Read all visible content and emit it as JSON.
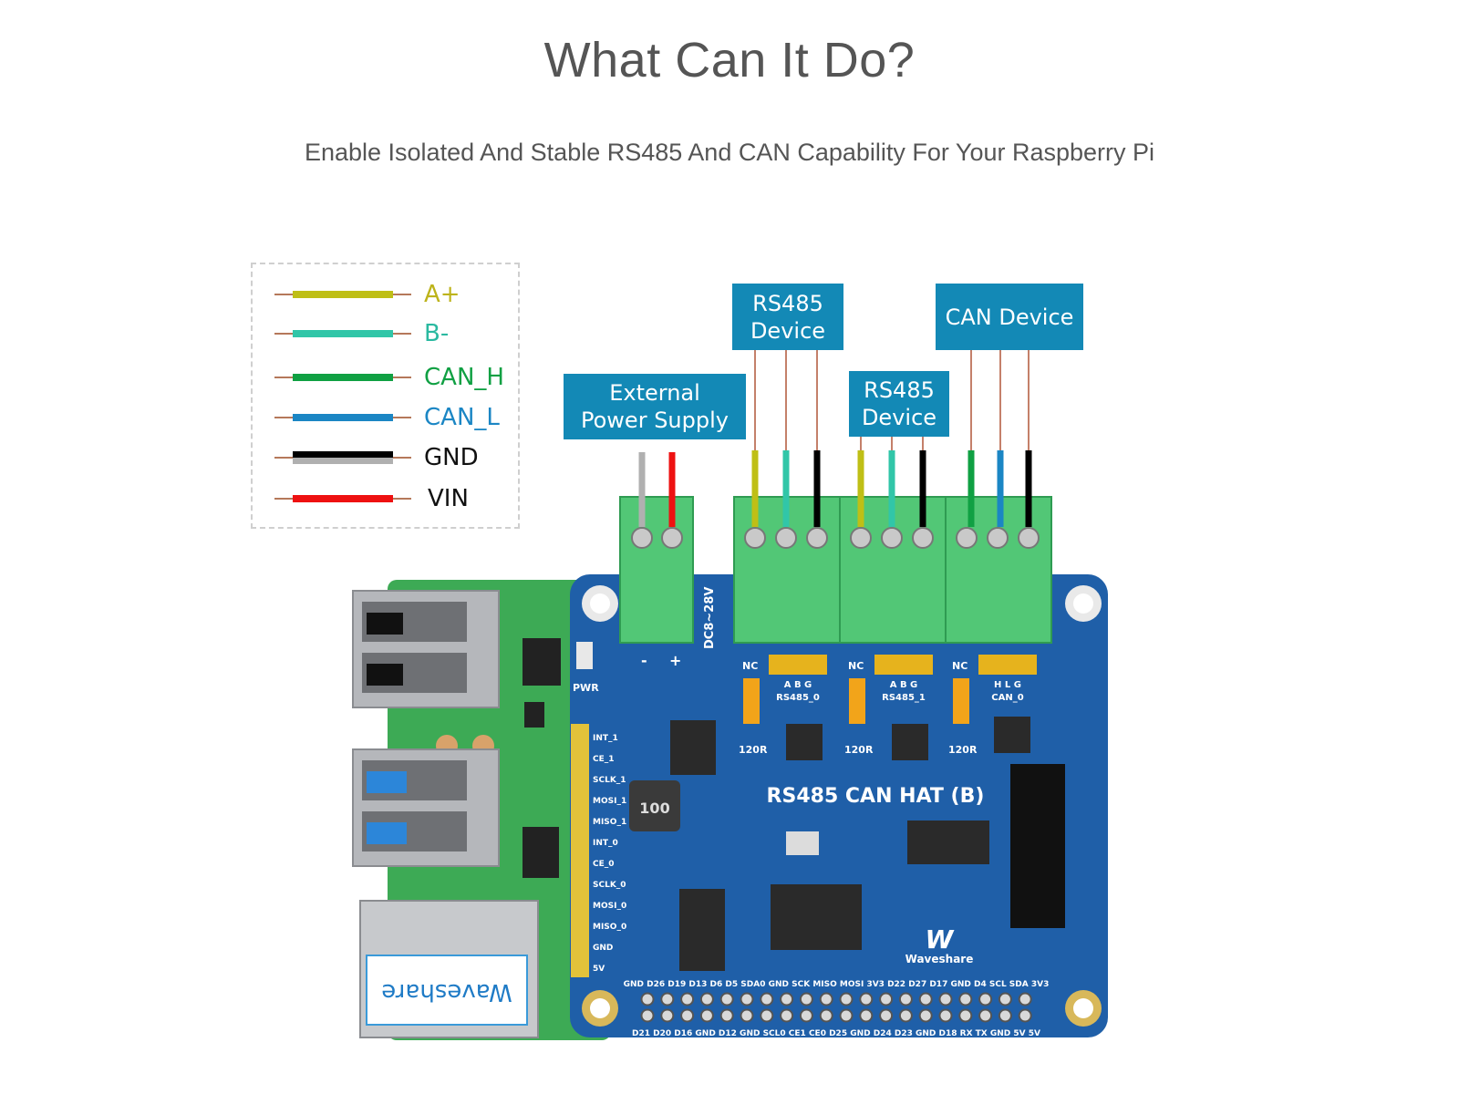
{
  "header": {
    "title": "What Can It Do?",
    "subtitle": "Enable Isolated And Stable RS485 And CAN Capability For Your Raspberry Pi"
  },
  "legend": {
    "items": [
      {
        "label": "A+",
        "color": "#bfbf16",
        "text_color": "#bdb31a"
      },
      {
        "label": "B-",
        "color": "#31c6a8",
        "text_color": "#2ab9a0"
      },
      {
        "label": "CAN_H",
        "color": "#10a043",
        "text_color": "#10a043"
      },
      {
        "label": "CAN_L",
        "color": "#1b86c4",
        "text_color": "#1b86c4"
      },
      {
        "label": "GND",
        "color": "#000000",
        "color2": "#b0b0b0",
        "text_color": "#111111"
      },
      {
        "label": "VIN",
        "color": "#ee1111",
        "text_color": "#111111"
      }
    ]
  },
  "callouts": {
    "external_power": {
      "line1": "External",
      "line2": "Power Supply"
    },
    "rs485_device_1": {
      "line1": "RS485",
      "line2": "Device"
    },
    "rs485_device_2": {
      "line1": "RS485",
      "line2": "Device"
    },
    "can_device": {
      "line1": "CAN Device"
    }
  },
  "board": {
    "name": "RS485 CAN HAT (B)",
    "brand": "Waveshare",
    "voltage": "DC8~28V",
    "pwr_label": "PWR",
    "power_minus": "-",
    "power_plus": "+",
    "jumpers": [
      {
        "nc": "NC",
        "pins": "A B G",
        "name": "RS485_0",
        "term": "120R"
      },
      {
        "nc": "NC",
        "pins": "A B G",
        "name": "RS485_1",
        "term": "120R"
      },
      {
        "nc": "NC",
        "pins": "H L G",
        "name": "CAN_0",
        "term": "120R"
      }
    ],
    "side_pins": [
      "INT_1",
      "CE_1",
      "SCLK_1",
      "MOSI_1",
      "MISO_1",
      "INT_0",
      "CE_0",
      "SCLK_0",
      "MOSI_0",
      "MISO_0",
      "GND",
      "5V"
    ],
    "header_top": "GND D26 D19 D13 D6 D5 SDA0 GND SCK MISO MOSI 3V3 D22 D27 D17 GND D4 SCL SDA 3V3",
    "header_bottom": "D21 D20 D16 GND D12 GND SCL0 CE1 CE0 D25 GND D24 D23 GND D18 RX TX GND 5V 5V",
    "inductor": "100",
    "pi_usb_label": "Waveshare"
  },
  "colors": {
    "callout_bg": "#1389b6",
    "hat_pcb": "#1f5fa8",
    "pi_pcb": "#3daa55",
    "terminal": "#52c776",
    "wire_copper": "#c4806a"
  }
}
